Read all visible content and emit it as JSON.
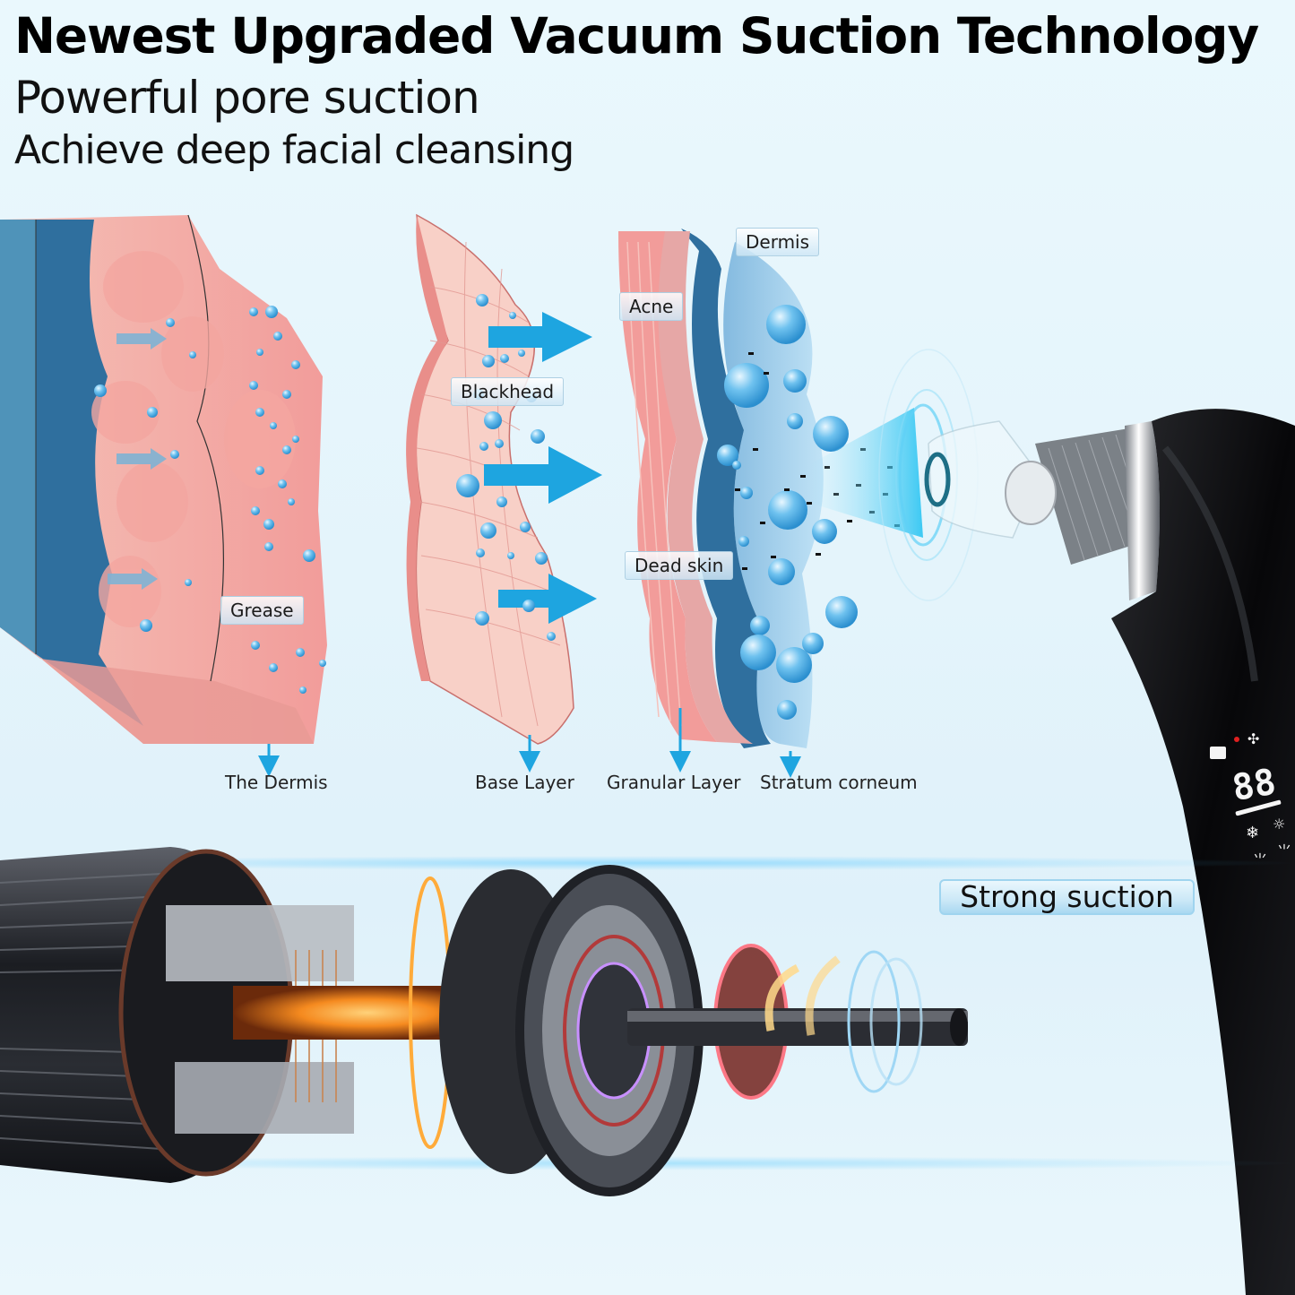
{
  "header": {
    "title": "Newest Upgraded Vacuum Suction Technology",
    "subtitle_1": "Powerful pore suction",
    "subtitle_2": "Achieve deep facial cleansing"
  },
  "skin_diagram": {
    "tags": {
      "grease": "Grease",
      "blackhead": "Blackhead",
      "acne": "Acne",
      "dermis": "Dermis",
      "dead_skin": "Dead skin"
    },
    "layer_captions": [
      "The Dermis",
      "Base Layer",
      "Granular Layer",
      "Stratum corneum"
    ]
  },
  "device": {
    "display_icons": [
      "battery-icon",
      "fan-icon",
      "digits-88",
      "snowflake-icon",
      "sun-icon",
      "wave-icon",
      "wave-icon"
    ]
  },
  "motor": {
    "label": "Strong suction"
  },
  "colors": {
    "background": "#e6f6fc",
    "skin_pink": "#f2a6a3",
    "skin_blue": "#3f8fb8",
    "arrow_blue": "#1ea5e0",
    "bubble_blue": "#5cb8e8",
    "device_black": "#0d0d0f",
    "motor_orange": "#f58a1f"
  }
}
